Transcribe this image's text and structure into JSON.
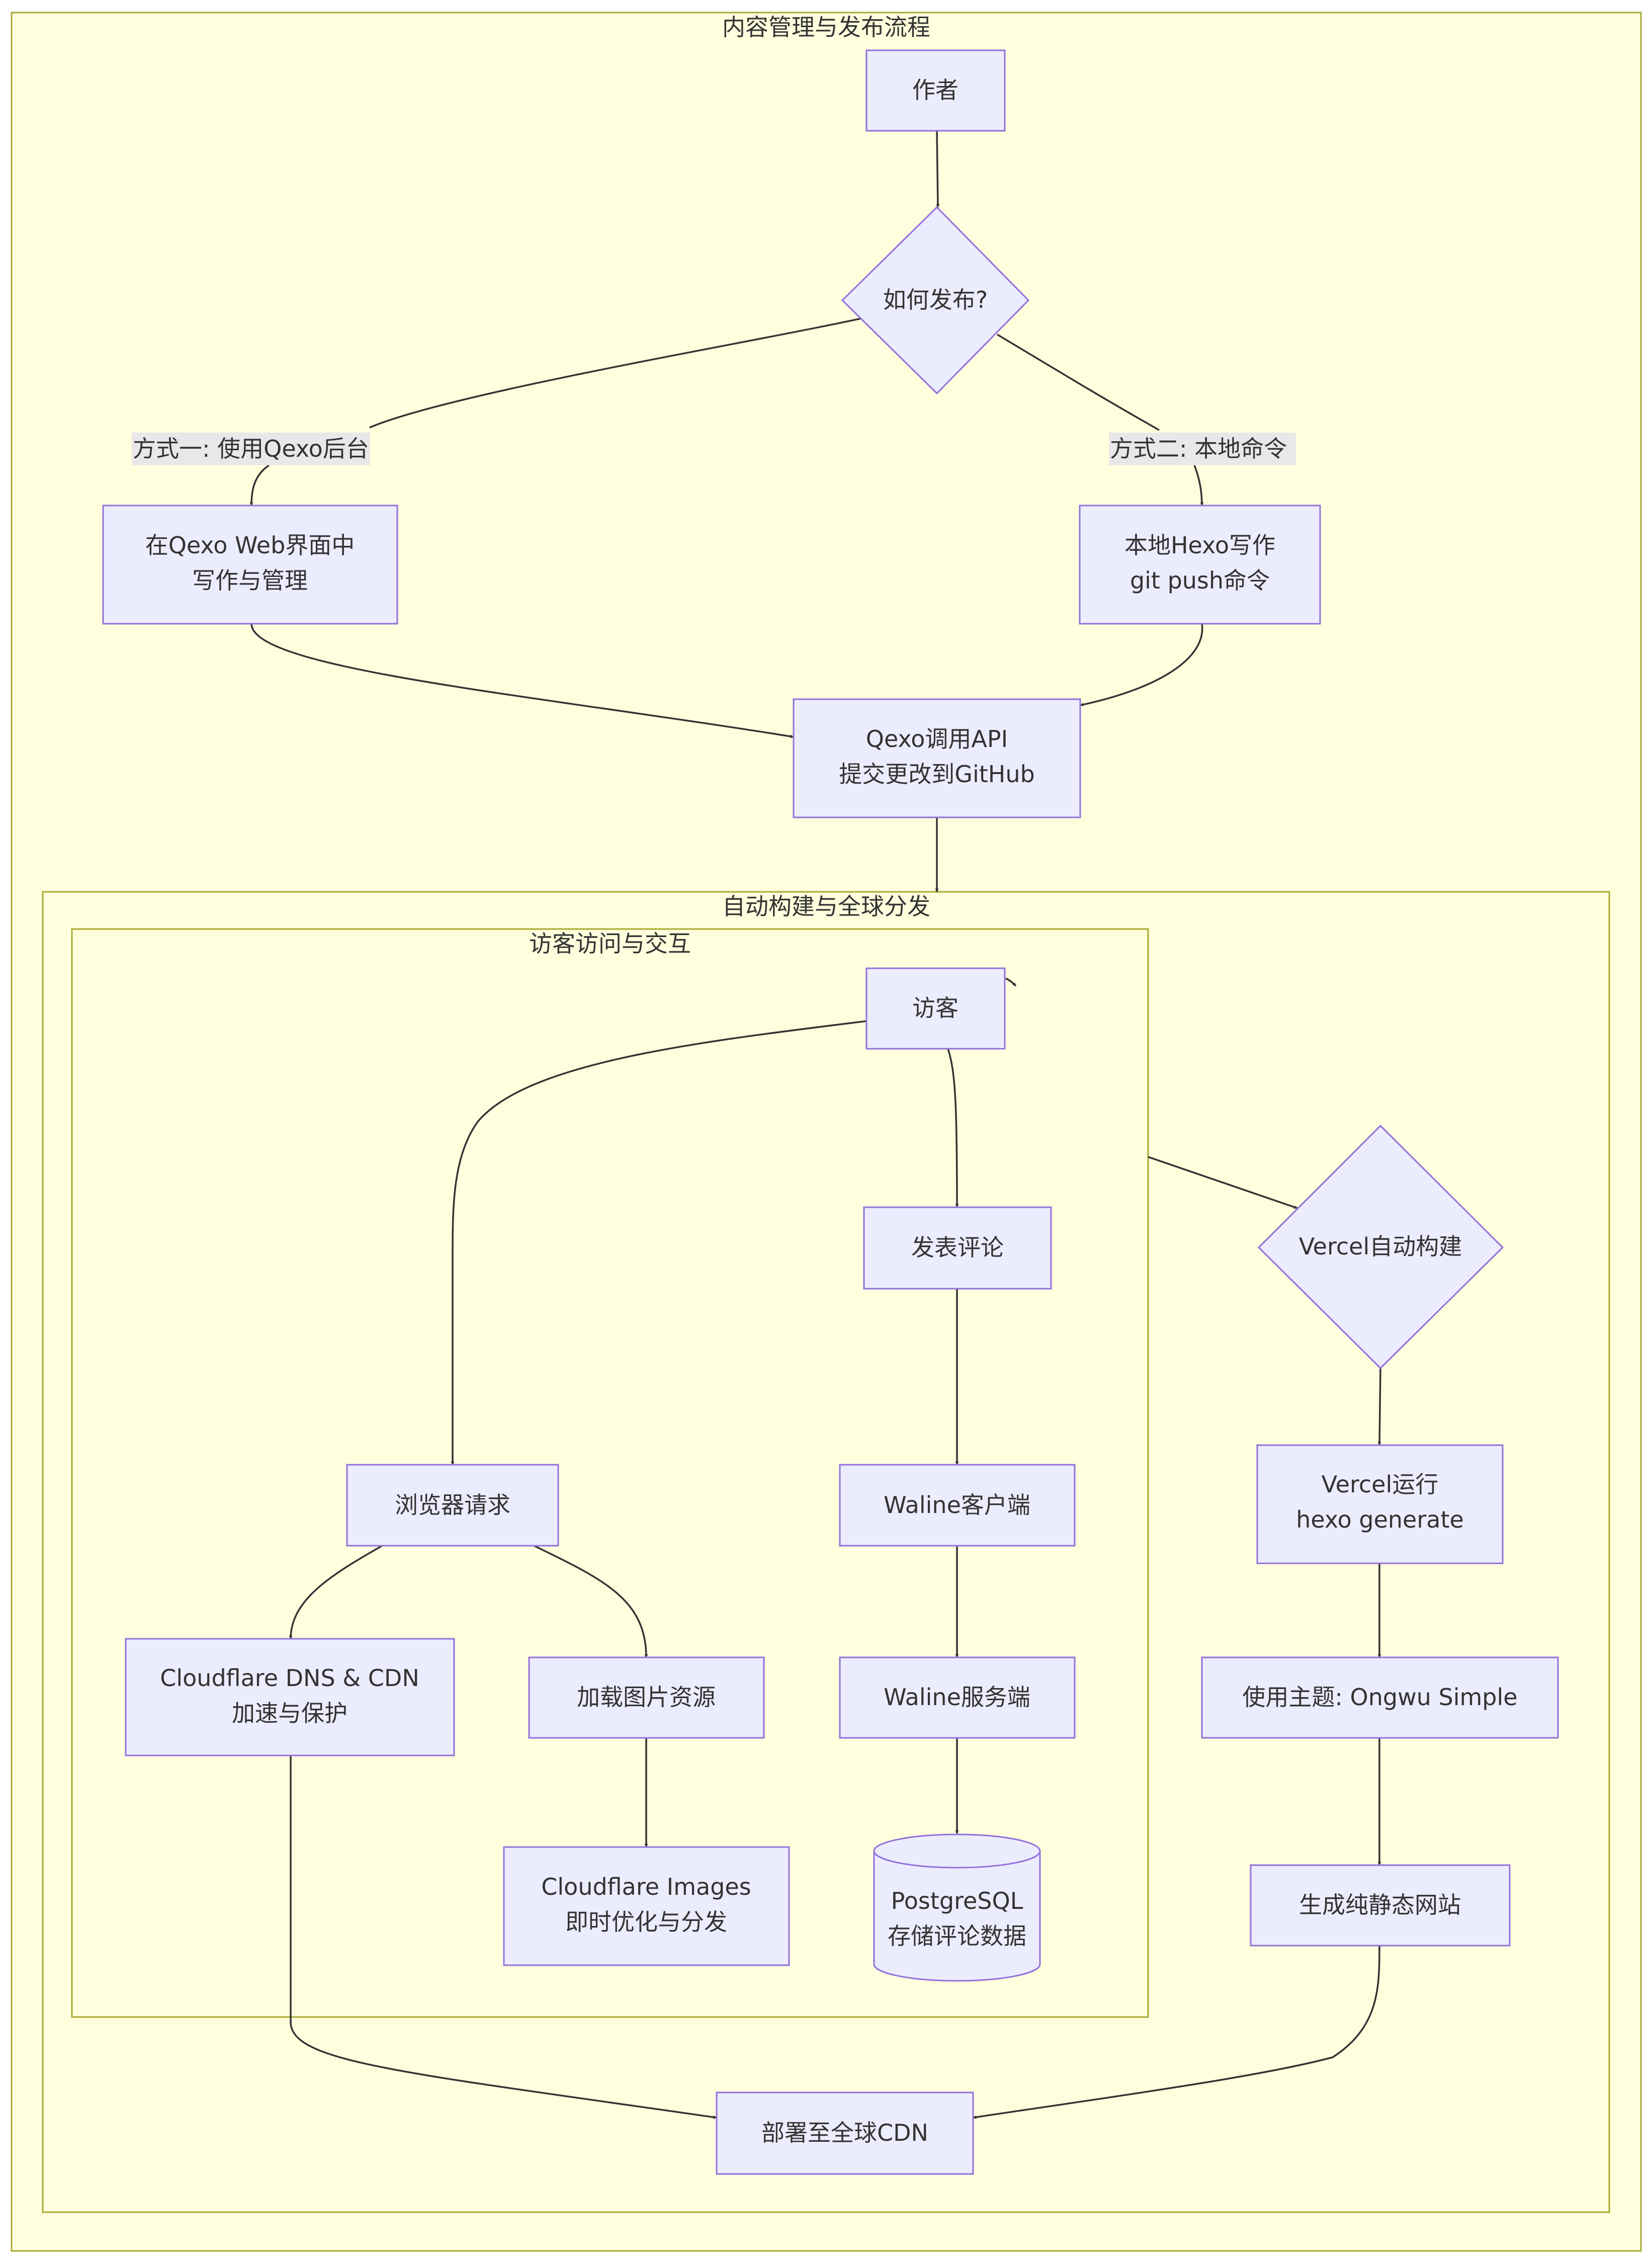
{
  "clusters": {
    "publish": {
      "title": "内容管理与发布流程"
    },
    "build": {
      "title": "自动构建与全球分发"
    },
    "visit": {
      "title": "访客访问与交互"
    }
  },
  "nodes": {
    "author": {
      "lines": [
        "作者"
      ]
    },
    "how_publish": {
      "lines": [
        "如何发布?"
      ]
    },
    "qexo_web": {
      "lines": [
        "在Qexo Web界面中",
        "写作与管理"
      ]
    },
    "local_hexo": {
      "lines": [
        "本地Hexo写作",
        "git push命令"
      ]
    },
    "qexo_api": {
      "lines": [
        "Qexo调用API",
        "提交更改到GitHub"
      ]
    },
    "visitor": {
      "lines": [
        "访客"
      ]
    },
    "post_comment": {
      "lines": [
        "发表评论"
      ]
    },
    "browser_request": {
      "lines": [
        "浏览器请求"
      ]
    },
    "waline_client": {
      "lines": [
        "Waline客户端"
      ]
    },
    "waline_server": {
      "lines": [
        "Waline服务端"
      ]
    },
    "postgres": {
      "lines": [
        "PostgreSQL",
        "存储评论数据"
      ]
    },
    "cf_dns": {
      "lines": [
        "Cloudflare DNS & CDN",
        "加速与保护"
      ]
    },
    "load_images": {
      "lines": [
        "加载图片资源"
      ]
    },
    "cf_images": {
      "lines": [
        "Cloudflare Images",
        "即时优化与分发"
      ]
    },
    "vercel_build": {
      "lines": [
        "Vercel自动构建"
      ]
    },
    "vercel_run": {
      "lines": [
        "Vercel运行",
        "hexo generate"
      ]
    },
    "theme": {
      "lines": [
        "使用主题: Ongwu Simple"
      ]
    },
    "static_site": {
      "lines": [
        "生成纯静态网站"
      ]
    },
    "deploy_cdn": {
      "lines": [
        "部署至全球CDN"
      ]
    }
  },
  "edge_labels": {
    "option1": "方式一: 使用Qexo后台",
    "option2": "方式二: 本地命令"
  },
  "colors": {
    "cluster_fill": "#ffffde",
    "cluster_stroke": "#aaaa33",
    "node_fill": "#ececff",
    "node_stroke": "#9370db",
    "edge": "#333333",
    "label_bg": "#e8e8e8"
  }
}
